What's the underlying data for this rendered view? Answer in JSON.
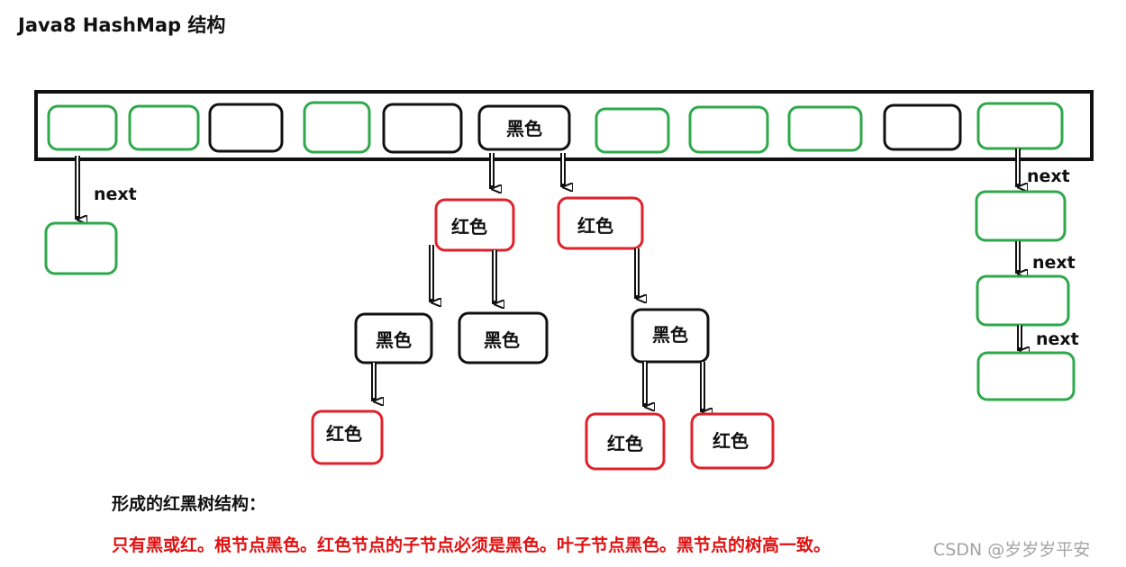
{
  "title": "Java8 HashMap 结构",
  "labels": {
    "black": "黑色",
    "red": "红色",
    "next": "next"
  },
  "caption": {
    "title": "形成的红黑树结构：",
    "rules": "只有黑或红。根节点黑色。红色节点的子节点必须是黑色。叶子节点黑色。黑节点的树高一致。"
  },
  "watermark": "CSDN @岁岁岁平安",
  "colors": {
    "green": "#2ea84a",
    "black": "#111111",
    "red": "#e0202a"
  }
}
